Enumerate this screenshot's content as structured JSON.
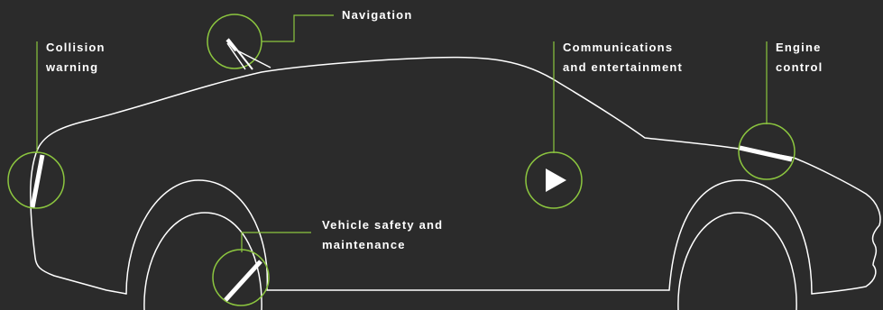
{
  "colors": {
    "background": "#2b2b2b",
    "outline": "#ffffff",
    "accent": "#8cc63f"
  },
  "features": [
    {
      "id": "navigation",
      "lines": [
        "Navigation"
      ],
      "icon": "antenna-icon"
    },
    {
      "id": "collision-warning",
      "lines": [
        "Collision",
        "warning"
      ],
      "icon": "sensor-bar-icon"
    },
    {
      "id": "communications-entertainment",
      "lines": [
        "Communications",
        "and entertainment"
      ],
      "icon": "play-icon"
    },
    {
      "id": "engine-control",
      "lines": [
        "Engine",
        "control"
      ],
      "icon": "sensor-bar-icon"
    },
    {
      "id": "vehicle-safety-maintenance",
      "lines": [
        "Vehicle safety and",
        "maintenance"
      ],
      "icon": "sensor-bar-icon"
    }
  ]
}
